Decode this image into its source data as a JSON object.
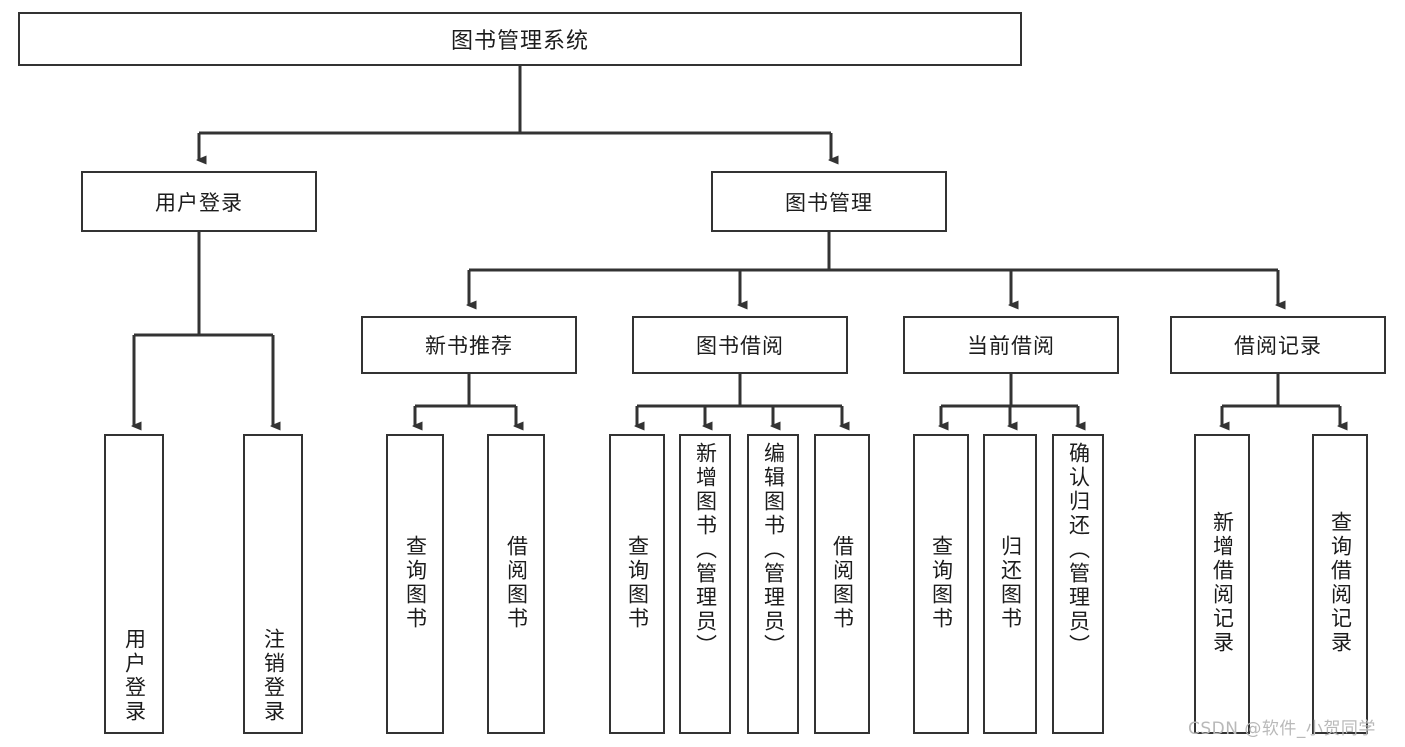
{
  "diagram": {
    "title": "图书管理系统",
    "watermark": "CSDN @软件_小贺同学",
    "level1": {
      "root": "图书管理系统"
    },
    "level2": [
      {
        "label": "用户登录"
      },
      {
        "label": "图书管理"
      }
    ],
    "level3": [
      {
        "label": "新书推荐"
      },
      {
        "label": "图书借阅"
      },
      {
        "label": "当前借阅"
      },
      {
        "label": "借阅记录"
      }
    ],
    "leaves": {
      "user_login": [
        {
          "label": "用户登录"
        },
        {
          "label": "注销登录"
        }
      ],
      "new_book_recommend": [
        {
          "label": "查询图书"
        },
        {
          "label": "借阅图书"
        }
      ],
      "book_borrow": [
        {
          "label": "查询图书"
        },
        {
          "label": "新增图书（管理员）"
        },
        {
          "label": "编辑图书（管理员）"
        },
        {
          "label": "借阅图书"
        }
      ],
      "current_borrow": [
        {
          "label": "查询图书"
        },
        {
          "label": "归还图书"
        },
        {
          "label": "确认归还（管理员）"
        }
      ],
      "borrow_record": [
        {
          "label": "新增借阅记录"
        },
        {
          "label": "查询借阅记录"
        }
      ]
    },
    "colors": {
      "stroke": "#333333",
      "background": "#ffffff",
      "text": "#1c1c1c",
      "watermark": "#b9b9b9"
    }
  }
}
